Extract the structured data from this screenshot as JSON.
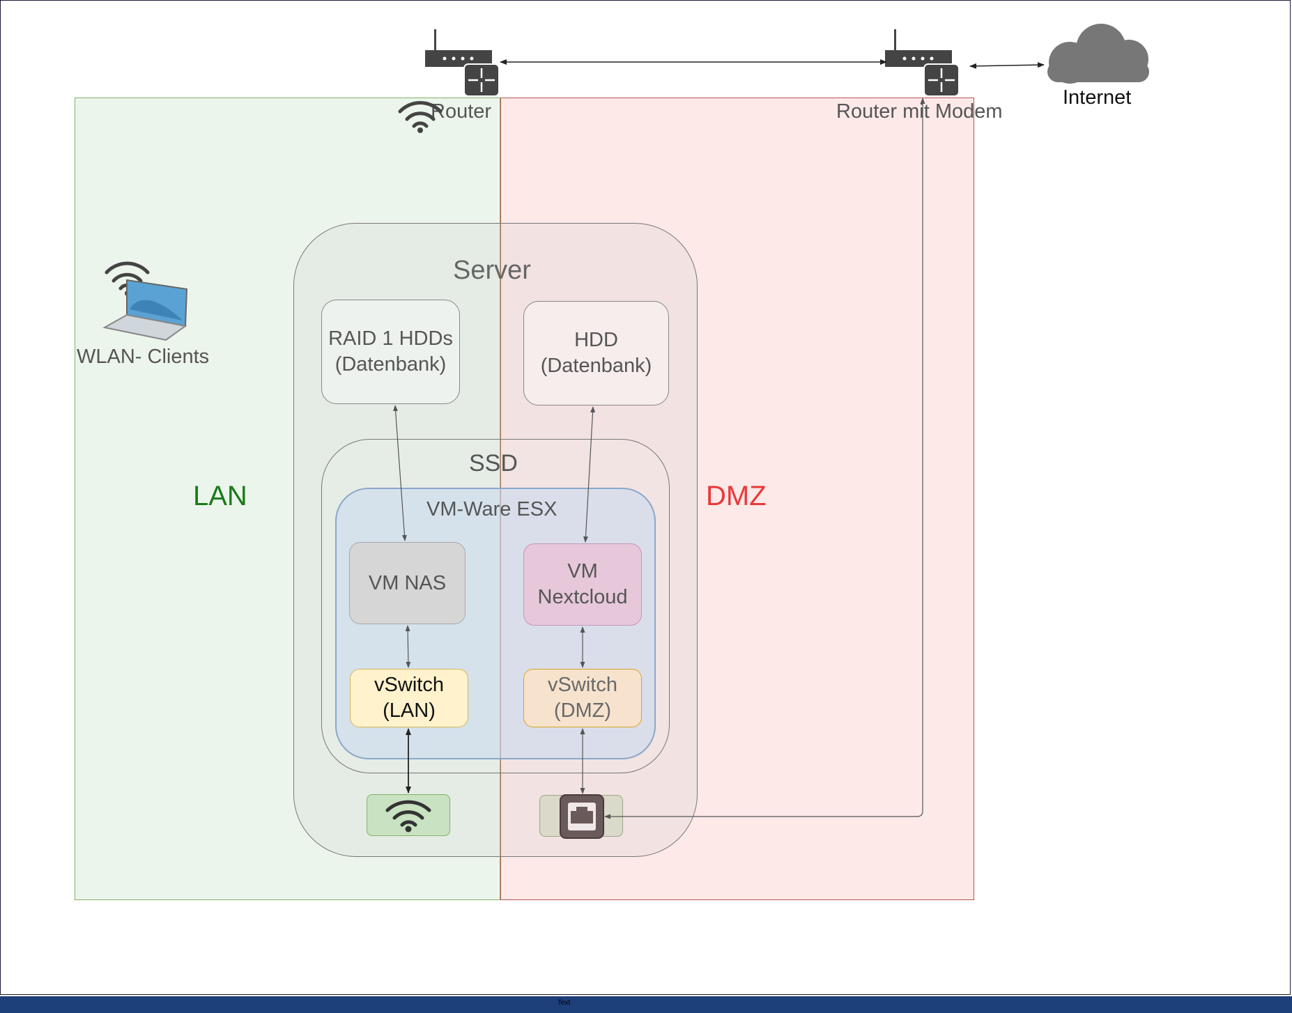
{
  "zones": {
    "lan": {
      "label": "LAN",
      "color": "#1a7a1a"
    },
    "dmz": {
      "label": "DMZ",
      "color": "#e8393b"
    }
  },
  "devices": {
    "router": {
      "label": "Router"
    },
    "router_modem": {
      "label": "Router mit Modem"
    },
    "internet": {
      "label": "Internet"
    },
    "wlan_clients": {
      "label": "WLAN- Clients"
    }
  },
  "server": {
    "label": "Server",
    "raid": "RAID 1 HDDs\n(Datenbank)",
    "hdd": "HDD\n(Datenbank)",
    "ssd": "SSD",
    "esx": "VM-Ware ESX",
    "vm_nas": "VM NAS",
    "vm_nextcloud": "VM\nNextcloud",
    "vswitch_lan": "vSwitch\n(LAN)",
    "vswitch_dmz": "vSwitch\n(DMZ)"
  },
  "statusbar": {
    "text": "Text"
  },
  "icons": {
    "router": "router-icon",
    "cloud": "cloud-icon",
    "wifi": "wifi-icon",
    "laptop": "laptop-icon",
    "ethernet": "ethernet-port-icon"
  }
}
